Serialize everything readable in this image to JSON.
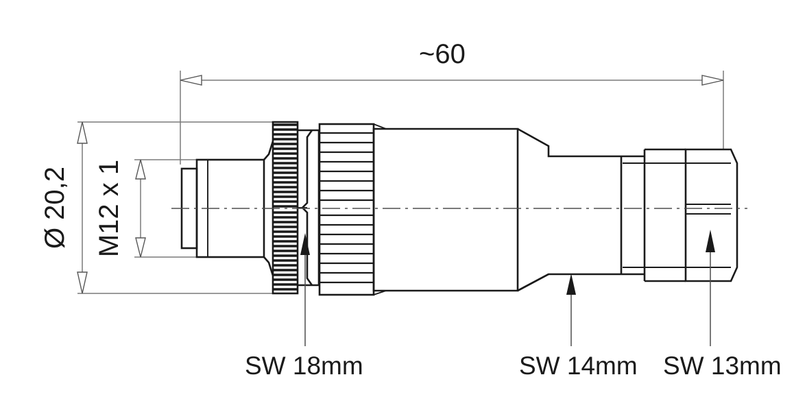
{
  "drawing": {
    "type": "technical-dimension-drawing",
    "subject": "M12 circular connector, male straight, field-wireable",
    "background_color": "#ffffff",
    "line_color": "#1a1a1a",
    "dimension_line_color": "#7a7a7a"
  },
  "dimensions": {
    "overall_length": {
      "label": "~60",
      "orientation": "horizontal",
      "position": "top"
    },
    "outer_diameter": {
      "label": "Ø 20,2",
      "orientation": "vertical-rotated",
      "position": "left-outer"
    },
    "thread": {
      "label": "M12 x 1",
      "orientation": "vertical-rotated",
      "position": "left-inner"
    }
  },
  "callouts": [
    {
      "id": "sw18",
      "label": "SW 18mm",
      "target": "coupling-nut-wrench-flat"
    },
    {
      "id": "sw14",
      "label": "SW 14mm",
      "target": "body-wrench-flat"
    },
    {
      "id": "sw13",
      "label": "SW 13mm",
      "target": "cable-gland-nut-wrench-flat"
    }
  ],
  "parts": [
    {
      "id": "thread-tip",
      "name": "M12 x 1 threaded pin end"
    },
    {
      "id": "knurled-nut-dense",
      "name": "knurled coupling nut"
    },
    {
      "id": "hex-sw18",
      "name": "SW 18mm hex flat"
    },
    {
      "id": "knurled-grip",
      "name": "knurled grip ring"
    },
    {
      "id": "main-body",
      "name": "connector main body"
    },
    {
      "id": "hex-sw14",
      "name": "SW 14mm hex shoulder"
    },
    {
      "id": "gland-nut-sw13",
      "name": "SW 13mm cable gland nut"
    }
  ]
}
